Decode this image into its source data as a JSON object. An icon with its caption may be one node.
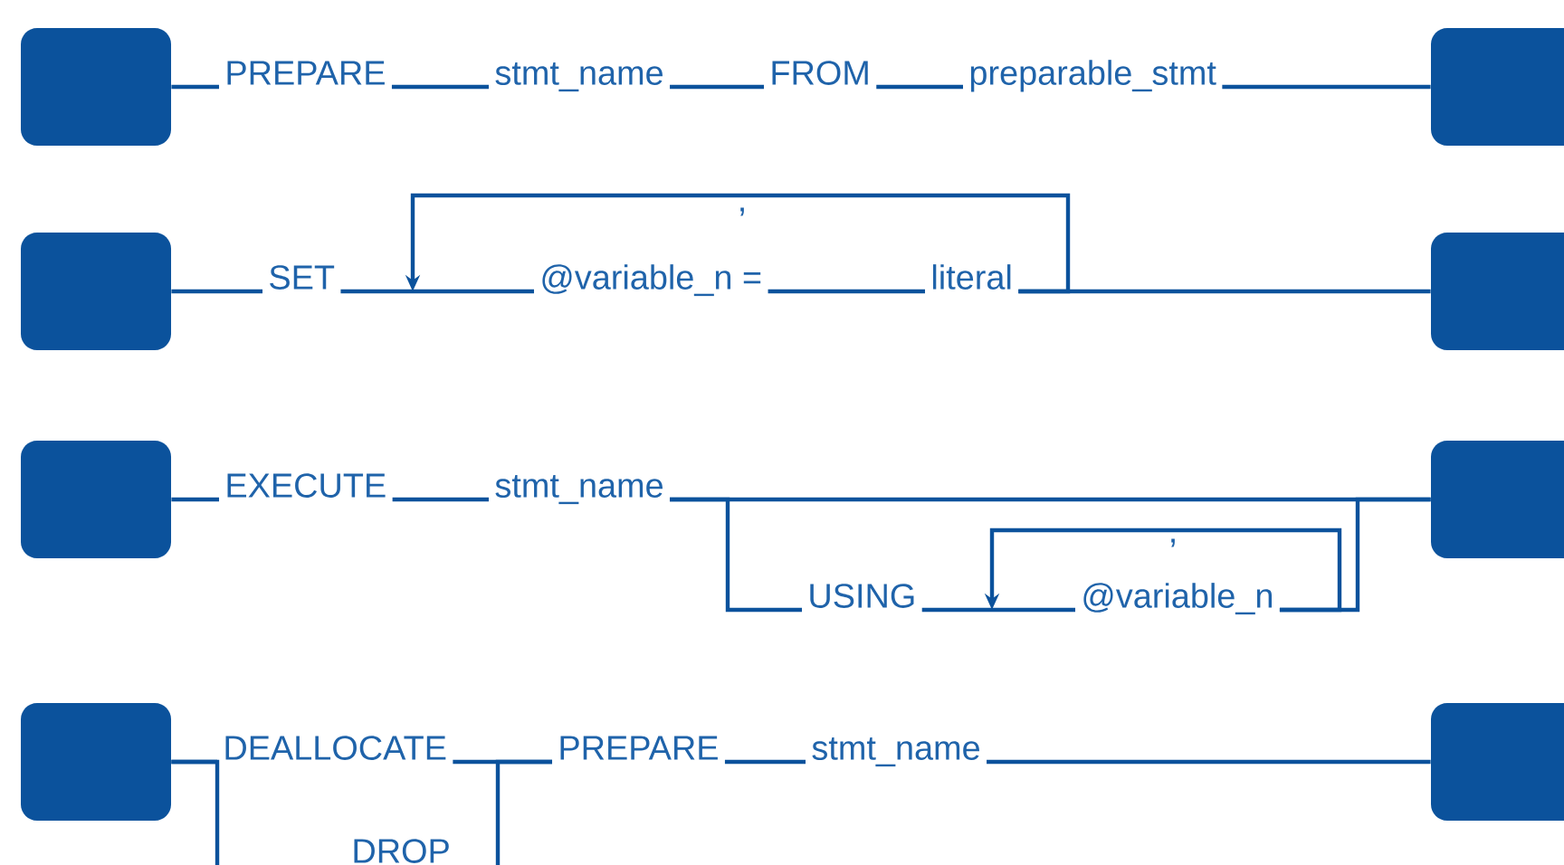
{
  "diagram": {
    "nodes": [
      {
        "text": [],
        "shape": "box"
      },
      {
        "text": [],
        "shape": "box"
      },
      {
        "text": [
          "PREPARE"
        ]
      },
      {
        "text": [
          "stmt_name"
        ]
      },
      {
        "text": [
          "FROM"
        ]
      },
      {
        "text": [
          "preparable_stmt"
        ]
      },
      {
        "text": [],
        "shape": "box"
      },
      {
        "text": [],
        "shape": "box"
      },
      {
        "text": [
          "SET"
        ]
      },
      {
        "text": [
          "@variable_n ="
        ]
      },
      {
        "text": [
          "literal"
        ]
      },
      {
        "text": [],
        "shape": "box"
      },
      {
        "text": [],
        "shape": "box"
      },
      {
        "text": [
          "EXECUTE"
        ]
      },
      {
        "text": [
          "stmt_name"
        ]
      },
      {
        "text": [
          "USING"
        ]
      },
      {
        "text": [
          "@variable_n"
        ]
      },
      {
        "text": [],
        "shape": "box"
      },
      {
        "text": [],
        "shape": "box"
      },
      {
        "text": [
          "DEALLOCATE"
        ]
      },
      {
        "text": [
          "DROP"
        ]
      },
      {
        "text": [
          "PREPARE"
        ]
      },
      {
        "text": [
          "stmt_name"
        ]
      }
    ],
    "edges": [
      {
        "from": 0,
        "to": 2,
        "arrow": "none"
      },
      {
        "from": 2,
        "to": 3,
        "arrow": "none"
      },
      {
        "from": 3,
        "to": 4,
        "arrow": "none"
      },
      {
        "from": 4,
        "to": 5,
        "arrow": "none"
      },
      {
        "from": 5,
        "to": 1,
        "arrow": "none"
      },
      {
        "from": 6,
        "to": 8,
        "arrow": "none"
      },
      {
        "from": 8,
        "to": 9,
        "arrow": "none"
      },
      {
        "from": 9,
        "to": 10,
        "arrow": "none"
      },
      {
        "from": 10,
        "to": 7,
        "arrow": "none"
      },
      {
        "from": 10,
        "to": null,
        "arrow": "to",
        "label": ","
      },
      {
        "from": 11,
        "to": 13,
        "arrow": "none"
      },
      {
        "from": 13,
        "to": 14,
        "arrow": "none"
      },
      {
        "from": 14,
        "to": 12,
        "arrow": "none"
      },
      {
        "from": 14,
        "to": 15,
        "arrow": "none"
      },
      {
        "from": 15,
        "to": 16,
        "arrow": "none"
      },
      {
        "from": 16,
        "to": 12,
        "arrow": "none"
      },
      {
        "from": 16,
        "to": null,
        "arrow": "to",
        "label": ","
      },
      {
        "from": 17,
        "to": 19,
        "arrow": "none"
      },
      {
        "from": 17,
        "to": null,
        "arrow": "none"
      },
      {
        "from": 19,
        "to": 21,
        "arrow": "none"
      },
      {
        "from": null,
        "to": 21,
        "arrow": "none"
      },
      {
        "from": 21,
        "to": 22,
        "arrow": "none"
      },
      {
        "from": 22,
        "to": 18,
        "arrow": "none"
      }
    ]
  }
}
